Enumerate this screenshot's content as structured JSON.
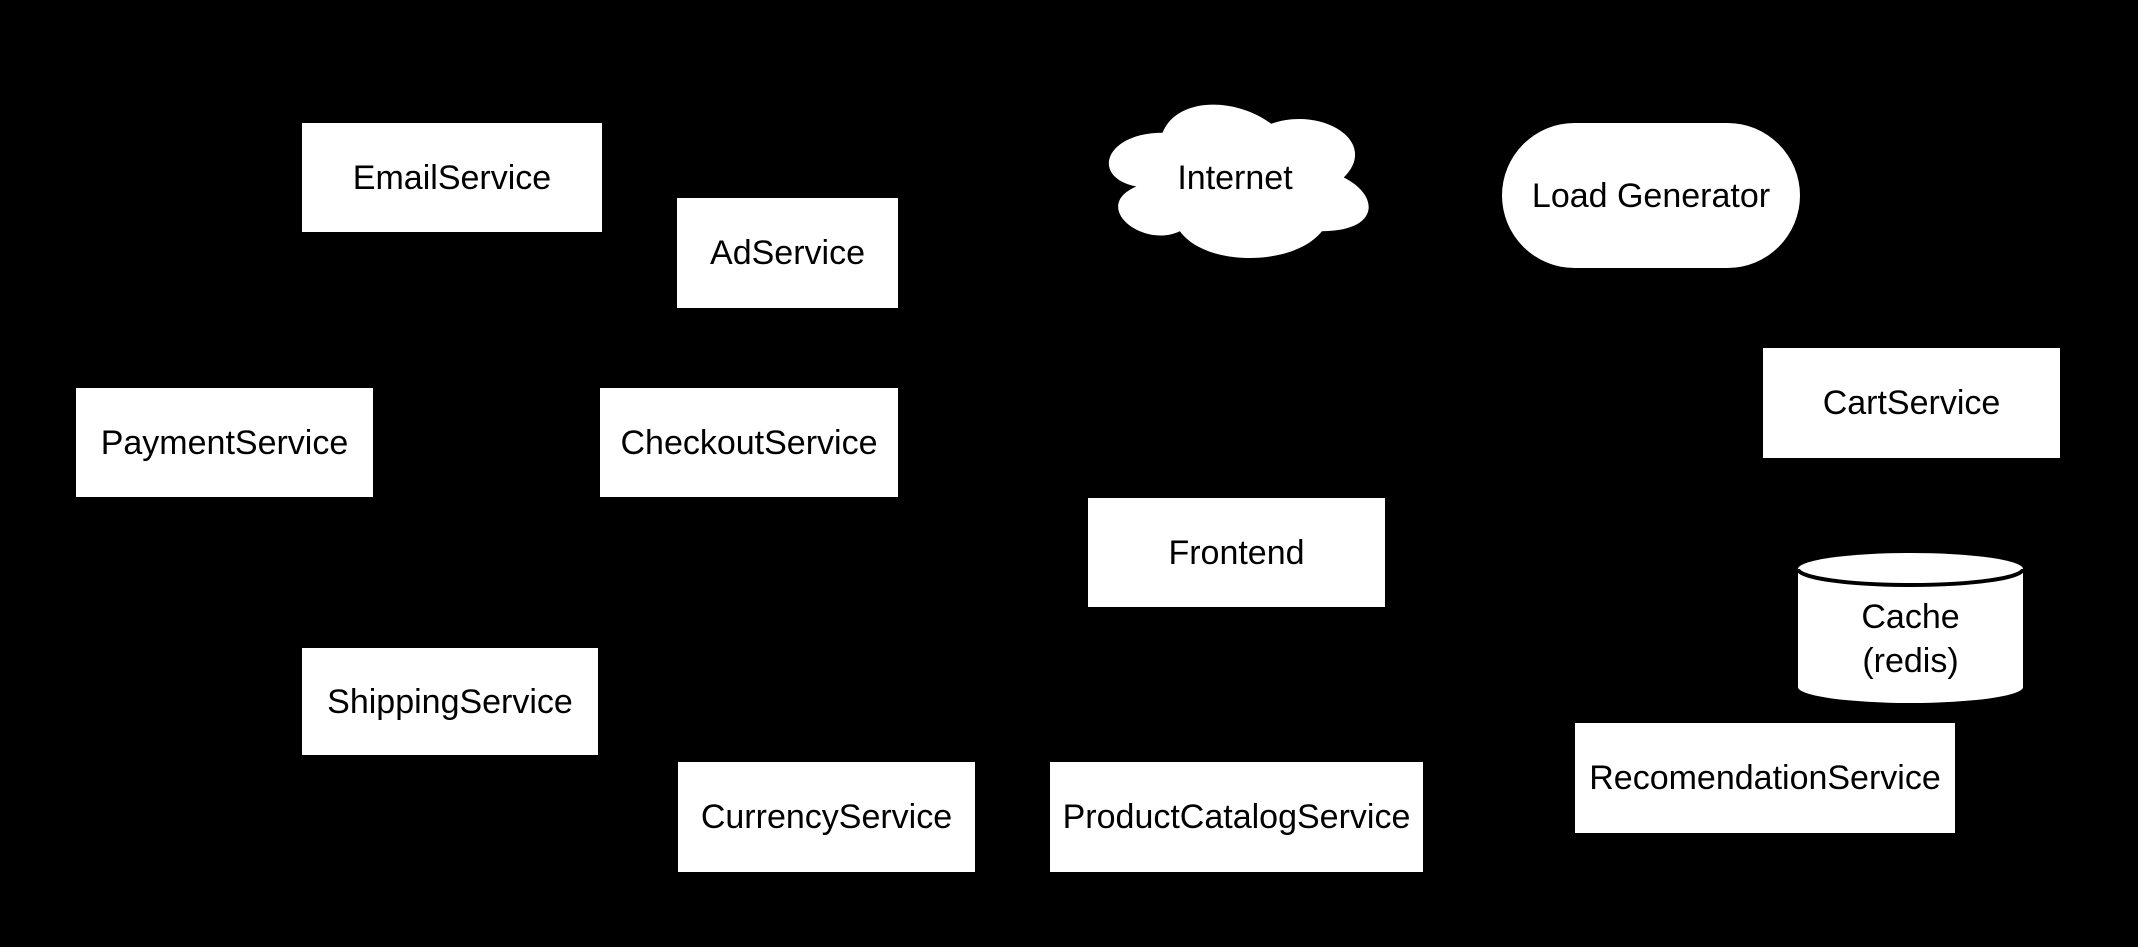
{
  "diagram": {
    "background_color": "#000000",
    "node_fill_color": "#ffffff",
    "node_text_color": "#000000",
    "nodes": {
      "email": {
        "label": "EmailService",
        "shape": "rectangle"
      },
      "ad": {
        "label": "AdService",
        "shape": "rectangle"
      },
      "internet": {
        "label": "Internet",
        "shape": "cloud"
      },
      "load_generator": {
        "label": "Load Generator",
        "shape": "stadium"
      },
      "payment": {
        "label": "PaymentService",
        "shape": "rectangle"
      },
      "checkout": {
        "label": "CheckoutService",
        "shape": "rectangle"
      },
      "cart": {
        "label": "CartService",
        "shape": "rectangle"
      },
      "frontend": {
        "label": "Frontend",
        "shape": "rectangle"
      },
      "cache": {
        "label": "Cache (redis)",
        "shape": "cylinder",
        "label_lines": [
          "Cache",
          "(redis)"
        ]
      },
      "shipping": {
        "label": "ShippingService",
        "shape": "rectangle"
      },
      "currency": {
        "label": "CurrencyService",
        "shape": "rectangle"
      },
      "product_catalog": {
        "label": "ProductCatalogService",
        "shape": "rectangle"
      },
      "recommendation": {
        "label": "RecomendationService",
        "shape": "rectangle"
      }
    }
  }
}
